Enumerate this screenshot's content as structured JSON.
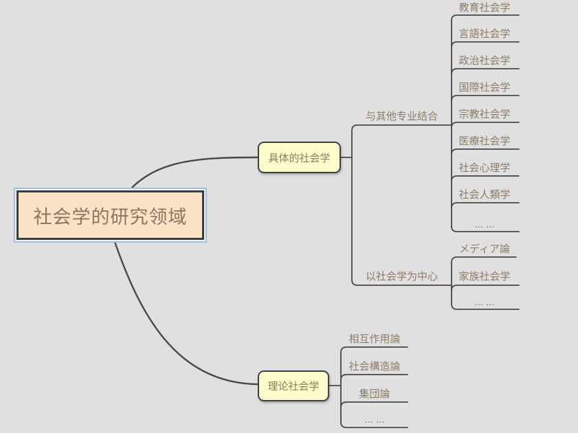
{
  "diagram": {
    "root": {
      "label": "社会学的研究领域"
    },
    "branch1": {
      "label": "具体的社会学",
      "group1": {
        "label": "与其他专业结合",
        "items": [
          "教育社会学",
          "言語社会学",
          "政治社会学",
          "国際社会学",
          "宗教社会学",
          "医療社会学",
          "社会心理学",
          "社会人類学",
          "... ..."
        ]
      },
      "group2": {
        "label": "以社会学为中心",
        "items": [
          "メディア論",
          "家族社会学",
          "... ..."
        ]
      }
    },
    "branch2": {
      "label": "理论社会学",
      "items": [
        "相互作用論",
        "社会構造論",
        "集団論",
        "... ..."
      ]
    }
  },
  "colors": {
    "background": "#e0e0e0",
    "root_fill": "#fae3c5",
    "root_selection_blue": "#9fc0e2",
    "node_fill": "#fcfcca",
    "node_border": "#3e3e46",
    "line": "#45474c",
    "text": "#8d7c66"
  }
}
